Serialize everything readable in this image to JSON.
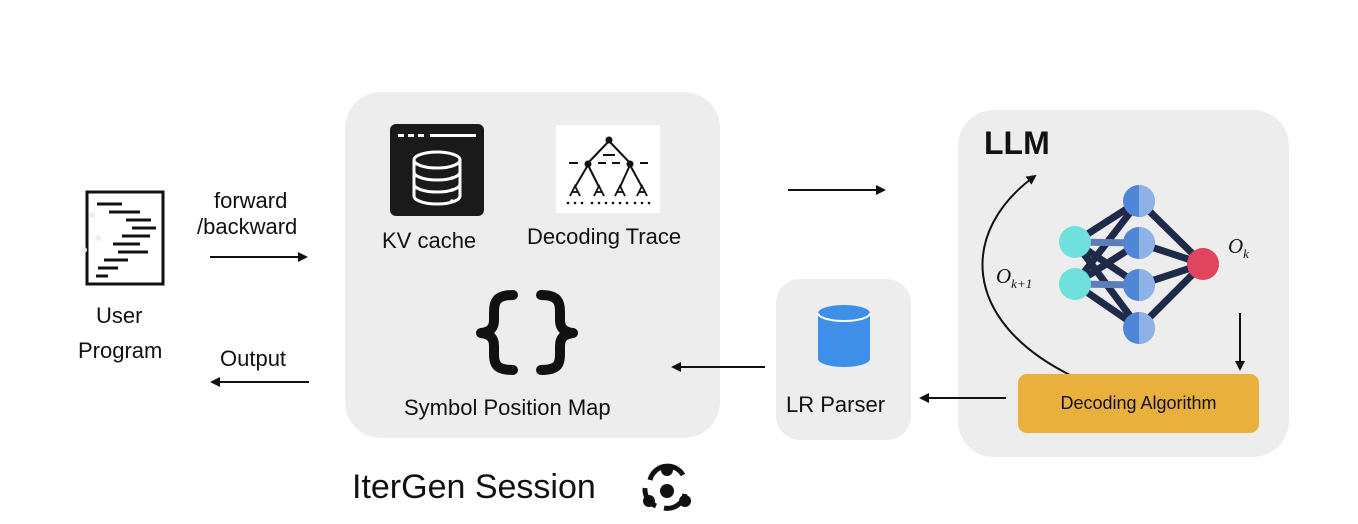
{
  "user_program": {
    "label_line1": "User",
    "label_line2": "Program",
    "icon": "code-document-icon"
  },
  "arrows": {
    "forward_label_line1": "forward",
    "forward_label_line2": "/backward",
    "output_label": "Output"
  },
  "session": {
    "kv_cache_label": "KV cache",
    "kv_cache_icon": "database-window-icon",
    "decoding_trace_label": "Decoding Trace",
    "decoding_trace_icon": "tree-icon",
    "symbol_map_label": "Symbol Position Map",
    "symbol_map_icon": "curly-braces-icon",
    "title": "IterGen Session",
    "title_icon": "session-cycle-icon"
  },
  "parser": {
    "label": "LR Parser",
    "icon": "cylinder-database-icon"
  },
  "llm": {
    "title": "LLM",
    "output_symbol": "O",
    "output_subscript": "k",
    "next_symbol": "O",
    "next_subscript": "k+1",
    "decoding_algorithm_label": "Decoding Algorithm",
    "icon": "neural-network-icon"
  },
  "colors": {
    "panel_bg": "#ededed",
    "decoding_box": "#e9b03e",
    "input_node": "#6fe0dc",
    "hidden_node": "#4f86d6",
    "output_node": "#e0445e",
    "edge_dark": "#1f2a4a",
    "edge_light": "#5b7fb8"
  }
}
